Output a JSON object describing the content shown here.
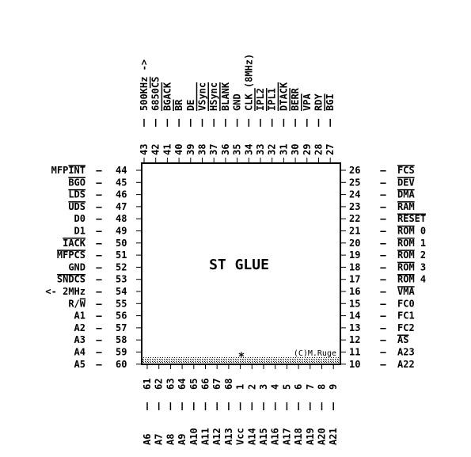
{
  "chip": {
    "title": "ST GLUE",
    "copyright": "(C)M.Ruge",
    "pin1_marker": "*"
  },
  "left_pins": [
    {
      "num": "44",
      "label": "MFPINT",
      "over": [
        3,
        6
      ]
    },
    {
      "num": "45",
      "label": "BGO",
      "over": [
        0,
        3
      ]
    },
    {
      "num": "46",
      "label": "LDS",
      "over": [
        0,
        3
      ]
    },
    {
      "num": "47",
      "label": "UDS",
      "over": [
        0,
        3
      ]
    },
    {
      "num": "48",
      "label": "D0"
    },
    {
      "num": "49",
      "label": "D1"
    },
    {
      "num": "50",
      "label": "IACK",
      "over": [
        0,
        4
      ]
    },
    {
      "num": "51",
      "label": "MFPCS",
      "over": [
        0,
        5
      ]
    },
    {
      "num": "52",
      "label": "GND"
    },
    {
      "num": "53",
      "label": "SNDCS",
      "over": [
        0,
        5
      ]
    },
    {
      "num": "54",
      "label": "<- 2MHz"
    },
    {
      "num": "55",
      "label": "R/W",
      "over": [
        2,
        3
      ]
    },
    {
      "num": "56",
      "label": "A1"
    },
    {
      "num": "57",
      "label": "A2"
    },
    {
      "num": "58",
      "label": "A3"
    },
    {
      "num": "59",
      "label": "A4"
    },
    {
      "num": "60",
      "label": "A5"
    }
  ],
  "right_pins": [
    {
      "num": "26",
      "label": "FCS",
      "over": [
        0,
        3
      ]
    },
    {
      "num": "25",
      "label": "DEV",
      "over": [
        0,
        3
      ]
    },
    {
      "num": "24",
      "label": "DMA",
      "over": [
        0,
        3
      ]
    },
    {
      "num": "23",
      "label": "RAM",
      "over": [
        0,
        3
      ]
    },
    {
      "num": "22",
      "label": "RESET",
      "over": [
        0,
        5
      ]
    },
    {
      "num": "21",
      "label": "ROM 0",
      "over": [
        0,
        3
      ]
    },
    {
      "num": "20",
      "label": "ROM 1",
      "over": [
        0,
        3
      ]
    },
    {
      "num": "19",
      "label": "ROM 2",
      "over": [
        0,
        3
      ]
    },
    {
      "num": "18",
      "label": "ROM 3",
      "over": [
        0,
        3
      ]
    },
    {
      "num": "17",
      "label": "ROM 4",
      "over": [
        0,
        3
      ]
    },
    {
      "num": "16",
      "label": "VMA",
      "over": [
        0,
        3
      ]
    },
    {
      "num": "15",
      "label": "FC0"
    },
    {
      "num": "14",
      "label": "FC1"
    },
    {
      "num": "13",
      "label": "FC2"
    },
    {
      "num": "12",
      "label": "AS",
      "over": [
        0,
        2
      ]
    },
    {
      "num": "11",
      "label": "A23"
    },
    {
      "num": "10",
      "label": "A22"
    }
  ],
  "top_pins": [
    {
      "num": "43",
      "label": "500KHz ->"
    },
    {
      "num": "42",
      "label": "6850CS",
      "over": [
        4,
        6
      ]
    },
    {
      "num": "41",
      "label": "BGACK",
      "over": [
        0,
        5
      ]
    },
    {
      "num": "40",
      "label": "BR",
      "over": [
        0,
        2
      ]
    },
    {
      "num": "39",
      "label": "DE"
    },
    {
      "num": "38",
      "label": "VSync",
      "over": [
        0,
        5
      ]
    },
    {
      "num": "37",
      "label": "HSync",
      "over": [
        0,
        5
      ]
    },
    {
      "num": "36",
      "label": "BLANK",
      "over": [
        0,
        5
      ]
    },
    {
      "num": "35",
      "label": "GND"
    },
    {
      "num": "34",
      "label": "CLK (8MHz)"
    },
    {
      "num": "33",
      "label": "IPL2",
      "over": [
        0,
        4
      ]
    },
    {
      "num": "32",
      "label": "IPL1",
      "over": [
        0,
        4
      ]
    },
    {
      "num": "31",
      "label": "DTACK",
      "over": [
        0,
        5
      ]
    },
    {
      "num": "30",
      "label": "BERR",
      "over": [
        0,
        4
      ]
    },
    {
      "num": "29",
      "label": "VPA",
      "over": [
        0,
        3
      ]
    },
    {
      "num": "28",
      "label": "RDY"
    },
    {
      "num": "27",
      "label": "BGI",
      "over": [
        0,
        3
      ]
    }
  ],
  "bottom_pins": [
    {
      "num": "61",
      "label": "A6"
    },
    {
      "num": "62",
      "label": "A7"
    },
    {
      "num": "63",
      "label": "A8"
    },
    {
      "num": "64",
      "label": "A9"
    },
    {
      "num": "65",
      "label": "A10"
    },
    {
      "num": "66",
      "label": "A11"
    },
    {
      "num": "67",
      "label": "A12"
    },
    {
      "num": "68",
      "label": "A13"
    },
    {
      "num": "1",
      "label": "Vcc"
    },
    {
      "num": "2",
      "label": "A14"
    },
    {
      "num": "3",
      "label": "A15"
    },
    {
      "num": "4",
      "label": "A16"
    },
    {
      "num": "5",
      "label": "A17"
    },
    {
      "num": "6",
      "label": "A18"
    },
    {
      "num": "7",
      "label": "A19"
    },
    {
      "num": "8",
      "label": "A20"
    },
    {
      "num": "9",
      "label": "A21"
    }
  ]
}
